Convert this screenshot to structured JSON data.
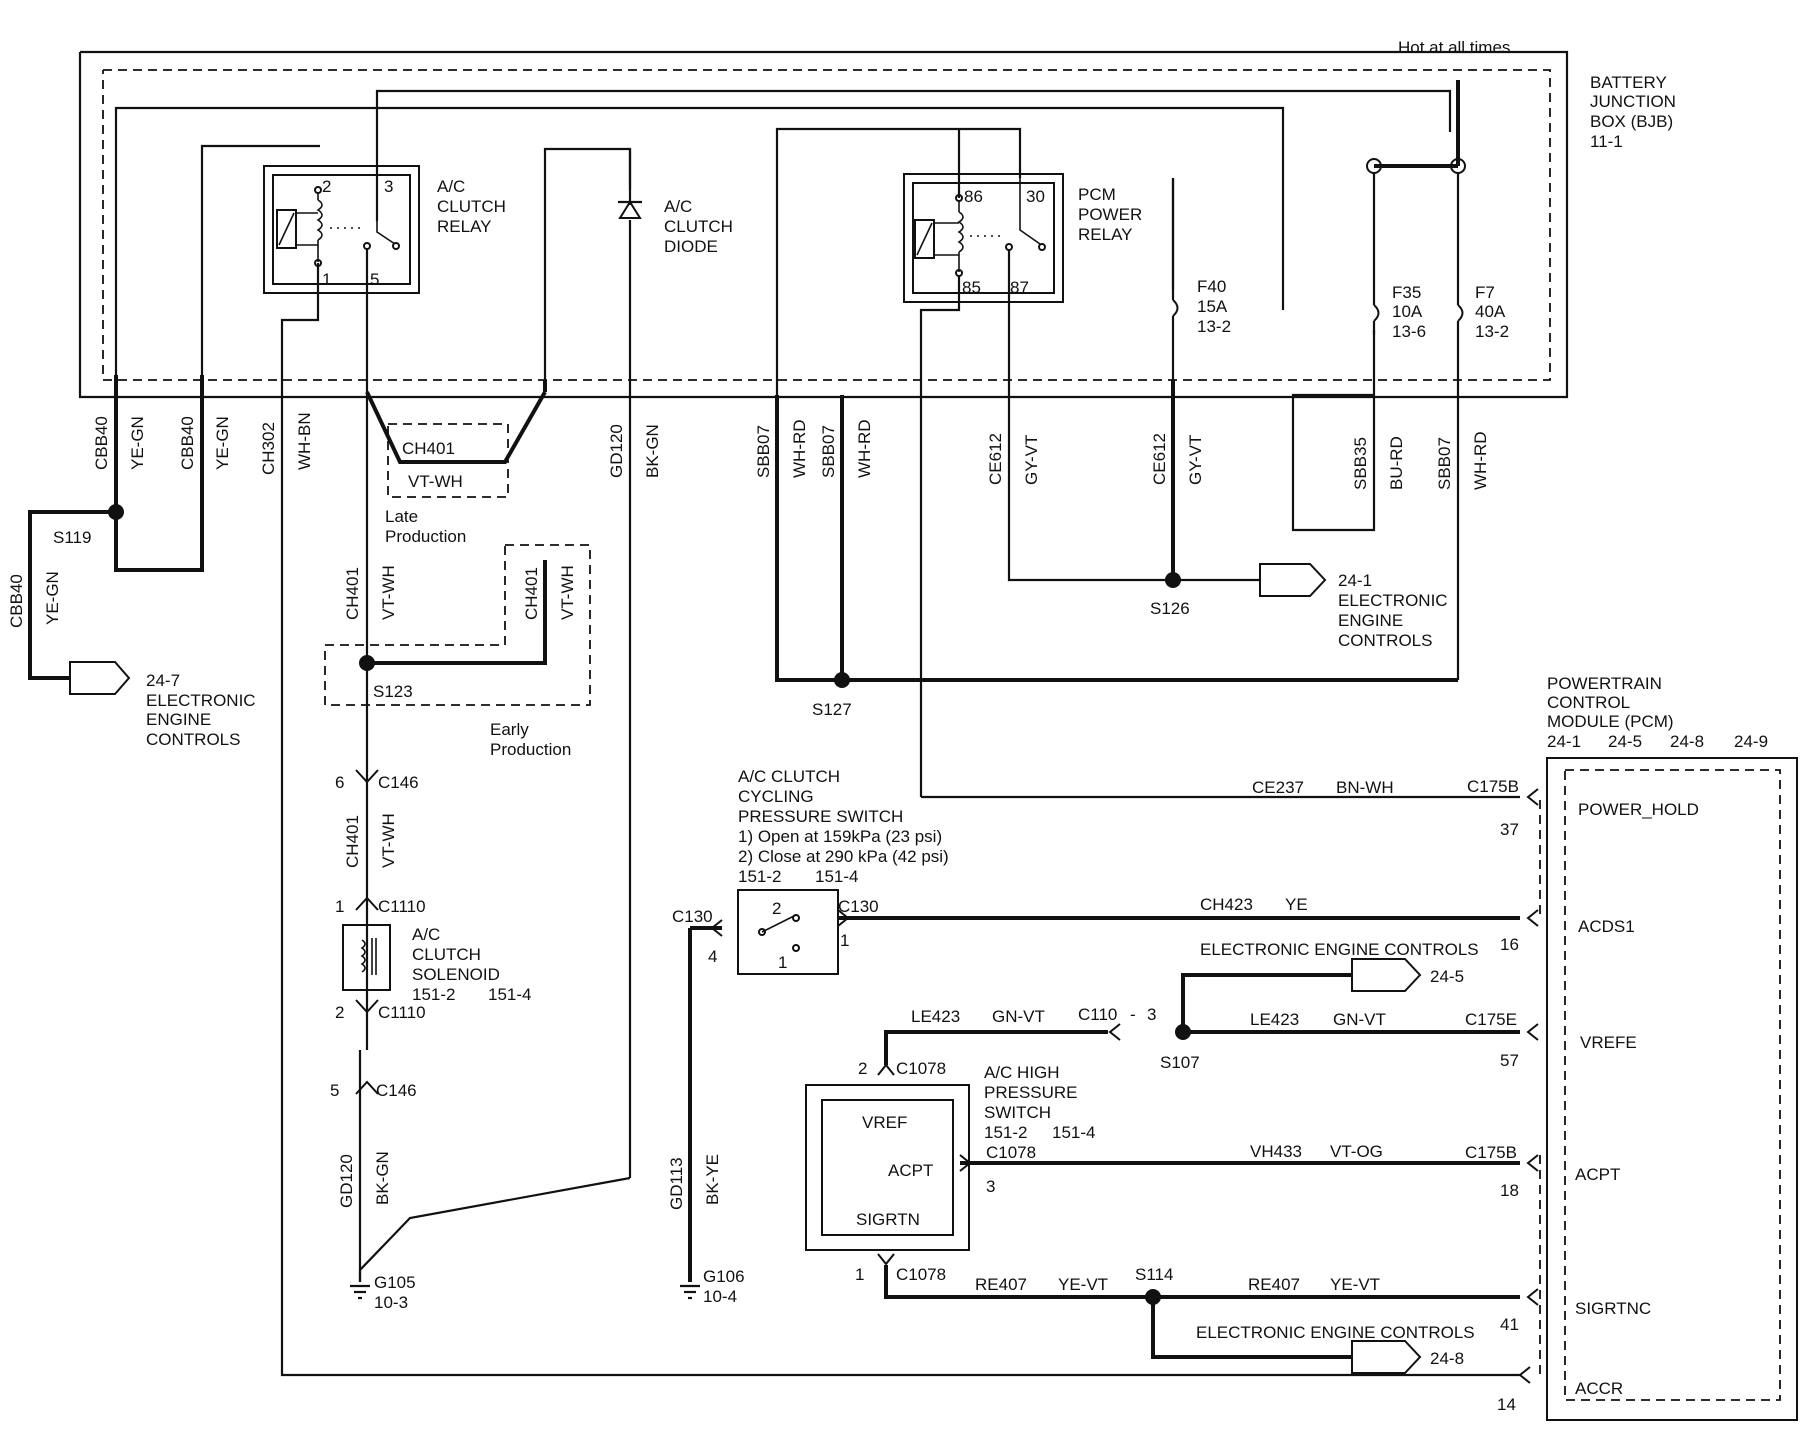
{
  "header": {
    "hot_at_all_times": "Hot at all times"
  },
  "bjb": {
    "l1": "BATTERY",
    "l2": "JUNCTION",
    "l3": "BOX (BJB)",
    "l4": "11-1"
  },
  "ac_clutch_relay": {
    "l1": "A/C",
    "l2": "CLUTCH",
    "l3": "RELAY",
    "pin2": "2",
    "pin3": "3",
    "pin1": "1",
    "pin5": "5"
  },
  "ac_clutch_diode": {
    "l1": "A/C",
    "l2": "CLUTCH",
    "l3": "DIODE"
  },
  "pcm_power_relay": {
    "l1": "PCM",
    "l2": "POWER",
    "l3": "RELAY",
    "pin86": "86",
    "pin30": "30",
    "pin85": "85",
    "pin87": "87"
  },
  "fuses": {
    "f40": {
      "name": "F40",
      "rating": "15A",
      "ref": "13-2"
    },
    "f35": {
      "name": "F35",
      "rating": "10A",
      "ref": "13-6"
    },
    "f7": {
      "name": "F7",
      "rating": "40A",
      "ref": "13-2"
    }
  },
  "wire_labels": {
    "cbb40_a": "CBB40",
    "ye_gn_a": "YE-GN",
    "cbb40_b": "CBB40",
    "ye_gn_b": "YE-GN",
    "ch302": "CH302",
    "wh_bn": "WH-BN",
    "gd120_top": "GD120",
    "bk_gn_top": "BK-GN",
    "sbb07_a": "SBB07",
    "wh_rd_a": "WH-RD",
    "sbb07_b": "SBB07",
    "wh_rd_b": "WH-RD",
    "ce612_a": "CE612",
    "gy_vt_a": "GY-VT",
    "ce612_b": "CE612",
    "gy_vt_b": "GY-VT",
    "sbb35": "SBB35",
    "bu_rd": "BU-RD",
    "sbb07_c": "SBB07",
    "wh_rd_c": "WH-RD",
    "cbb40_c": "CBB40",
    "ye_gn_c": "YE-GN",
    "ch401_a": "CH401",
    "vt_wh_a": "VT-WH",
    "ch401_b": "CH401",
    "vt_wh_b": "VT-WH",
    "ch401_c": "CH401",
    "vt_wh_c": "VT-WH",
    "ch401_d": "CH401",
    "vt_wh_d": "VT-WH",
    "gd120_bot": "GD120",
    "bk_gn_bot": "BK-GN",
    "gd113": "GD113",
    "bk_ye": "BK-YE",
    "ce237": "CE237",
    "bn_wh": "BN-WH",
    "ch423": "CH423",
    "ye": "YE",
    "le423_a": "LE423",
    "gn_vt_a": "GN-VT",
    "le423_b": "LE423",
    "gn_vt_b": "GN-VT",
    "vh433": "VH433",
    "vt_og": "VT-OG",
    "re407_a": "RE407",
    "ye_vt_a": "YE-VT",
    "re407_b": "RE407",
    "ye_vt_b": "YE-VT"
  },
  "notes": {
    "late_l1": "Late",
    "late_l2": "Production",
    "early_l1": "Early",
    "early_l2": "Production"
  },
  "splices": {
    "s119": "S119",
    "s123": "S123",
    "s126": "S126",
    "s127": "S127",
    "s107": "S107",
    "s114": "S114"
  },
  "refs": {
    "eec_247": {
      "page": "24-7",
      "l1": "ELECTRONIC",
      "l2": "ENGINE",
      "l3": "CONTROLS"
    },
    "eec_241": {
      "page": "24-1",
      "l1": "ELECTRONIC",
      "l2": "ENGINE",
      "l3": "CONTROLS"
    },
    "eec_245": {
      "text": "ELECTRONIC ENGINE CONTROLS",
      "page": "24-5"
    },
    "eec_248": {
      "text": "ELECTRONIC ENGINE CONTROLS",
      "page": "24-8"
    }
  },
  "connectors": {
    "c146_top": {
      "name": "C146",
      "pin": "6"
    },
    "c1110_top": {
      "name": "C1110",
      "pin": "1"
    },
    "c1110_bot": {
      "name": "C1110",
      "pin": "2"
    },
    "c146_bot": {
      "name": "C146",
      "pin": "5"
    },
    "c130_left": {
      "name": "C130",
      "pin": "4"
    },
    "c130_right": {
      "name": "C130",
      "pin": "1"
    },
    "c110": {
      "name": "C110",
      "dash": "-",
      "pin": "3"
    },
    "c1078_top": {
      "name": "C1078",
      "pin": "2"
    },
    "c1078_right": {
      "name": "C1078",
      "pin": "3"
    },
    "c1078_bot": {
      "name": "C1078",
      "pin": "1"
    },
    "c175b_a": {
      "name": "C175B",
      "pin": "37"
    },
    "ch423_pin": "16",
    "c175e": {
      "name": "C175E",
      "pin": "57"
    },
    "c175b_b": {
      "name": "C175B",
      "pin": "18"
    },
    "sigrtnc_pin": "41",
    "accr_pin": "14"
  },
  "solenoid": {
    "l1": "A/C",
    "l2": "CLUTCH",
    "l3": "SOLENOID",
    "ref1": "151-2",
    "ref2": "151-4"
  },
  "grounds": {
    "g105": {
      "name": "G105",
      "ref": "10-3"
    },
    "g106": {
      "name": "G106",
      "ref": "10-4"
    }
  },
  "cycling_switch": {
    "l1": "A/C CLUTCH",
    "l2": "CYCLING",
    "l3": "PRESSURE SWITCH",
    "l4": "1) Open at 159kPa (23 psi)",
    "l5": "2) Close at 290 kPa (42 psi)",
    "ref1": "151-2",
    "ref2": "151-4",
    "pos2": "2",
    "pos1": "1"
  },
  "hp_switch": {
    "l1": "A/C HIGH",
    "l2": "PRESSURE",
    "l3": "SWITCH",
    "ref1": "151-2",
    "ref2": "151-4",
    "vref": "VREF",
    "acpt": "ACPT",
    "sigrtn": "SIGRTN"
  },
  "pcm": {
    "l1": "POWERTRAIN",
    "l2": "CONTROL",
    "l3": "MODULE (PCM)",
    "ref1": "24-1",
    "ref2": "24-5",
    "ref3": "24-8",
    "ref4": "24-9",
    "pins": {
      "power_hold": "POWER_HOLD",
      "acds1": "ACDS1",
      "vrefe": "VREFE",
      "acpt": "ACPT",
      "sigrtnc": "SIGRTNC",
      "accr": "ACCR"
    }
  }
}
